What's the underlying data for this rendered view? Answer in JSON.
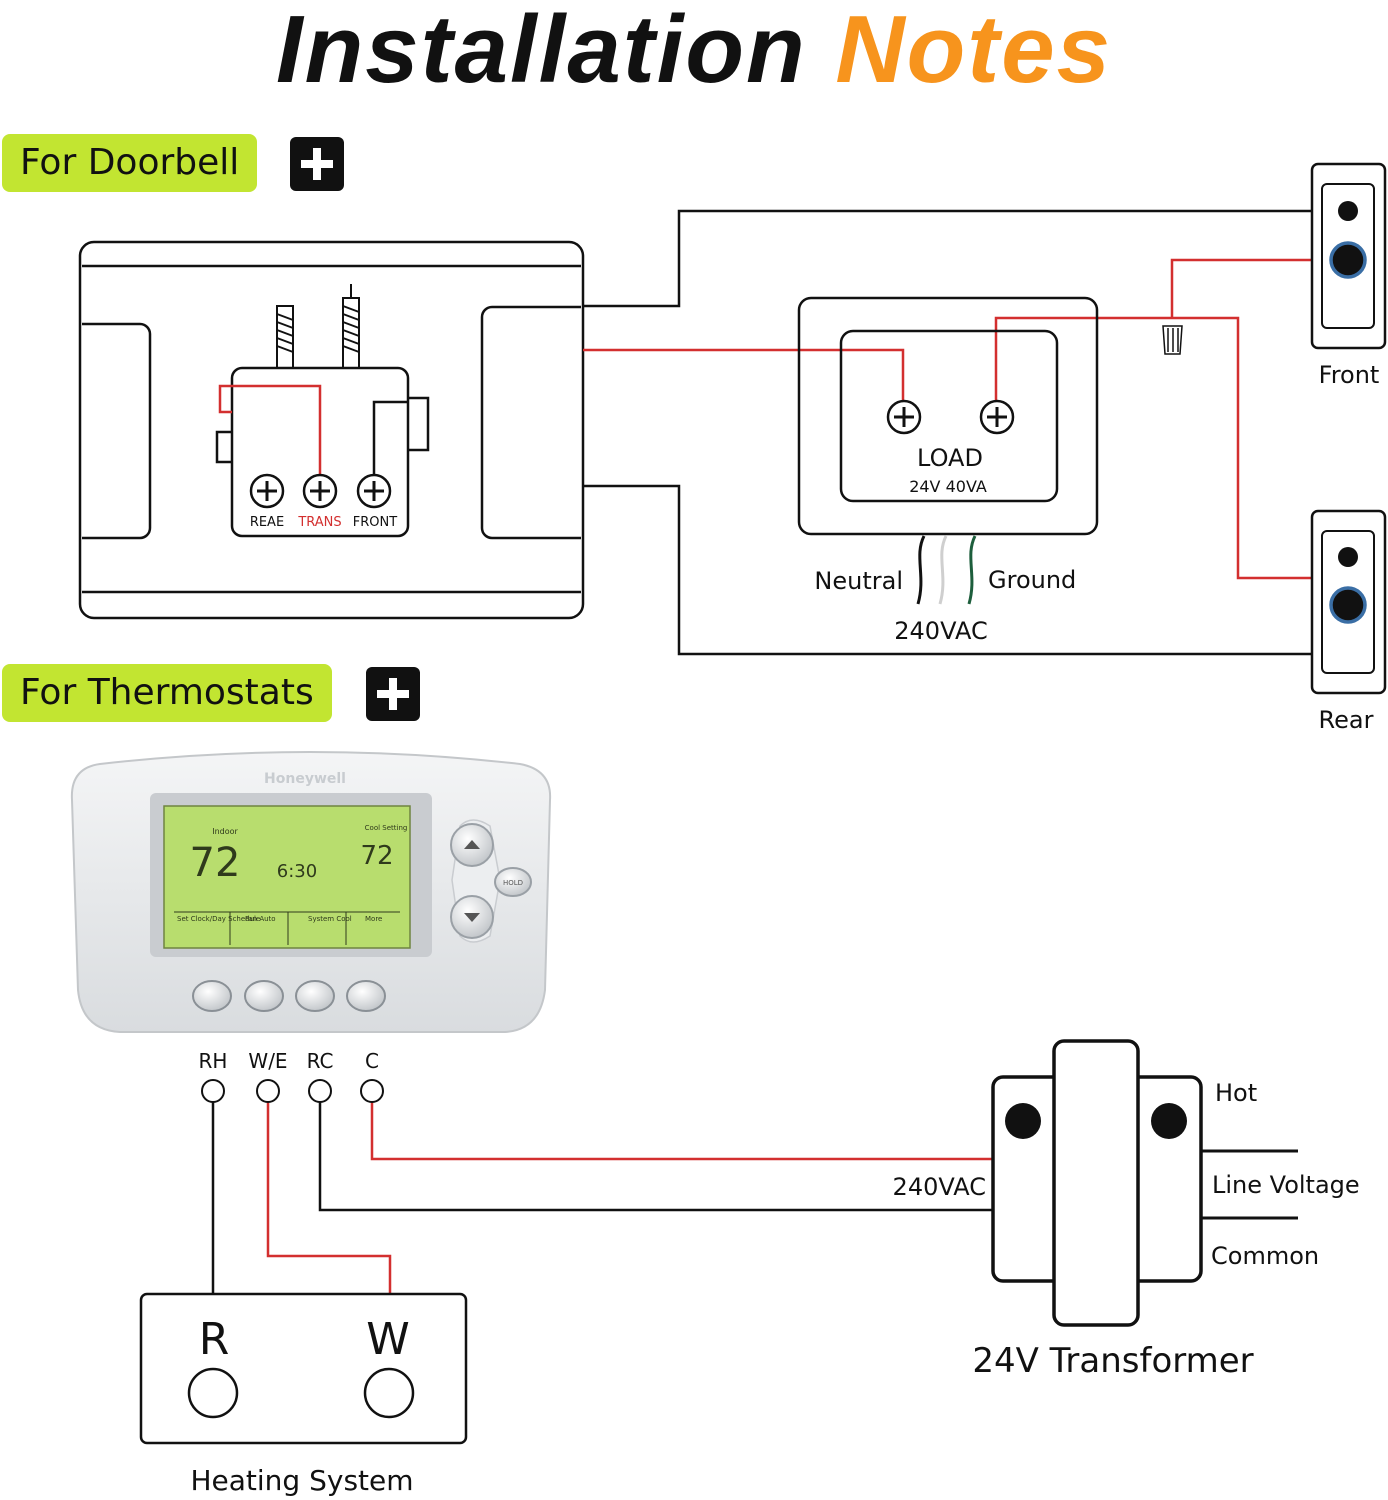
{
  "title": {
    "word1": "Installation",
    "word2": "Notes"
  },
  "sections": {
    "doorbell": {
      "label": "For Doorbell"
    },
    "thermostats": {
      "label": "For Thermostats"
    }
  },
  "doorbell_diagram": {
    "chime_terminals": [
      "REAE",
      "TRANS",
      "FRONT"
    ],
    "transformer_label": "LOAD",
    "transformer_rating": "24V  40VA",
    "wire_neutral": "Neutral",
    "wire_ground": "Ground",
    "supply_voltage": "240VAC",
    "button_front": "Front",
    "button_rear": "Rear"
  },
  "thermostat_diagram": {
    "brand": "Honeywell",
    "display": {
      "indoor_label": "Indoor",
      "indoor_temp": "72",
      "time": "6:30",
      "setting_label": "Cool Setting",
      "setting_temp": "72",
      "menu": [
        "Set Clock/Day Schedule",
        "Fan Auto",
        "System Cool",
        "More"
      ]
    },
    "hold_label": "HOLD",
    "terminals": [
      "RH",
      "W/E",
      "RC",
      "C"
    ],
    "heating_terminals": [
      "R",
      "W"
    ],
    "heating_label": "Heating  System",
    "supply_voltage": "240VAC",
    "transformer_hot": "Hot",
    "transformer_line": "Line Voltage",
    "transformer_common": "Common",
    "transformer_label": "24V  Transformer"
  },
  "colors": {
    "accent": "#f7941d",
    "pill": "#c2e531",
    "wire_red": "#d32f2f",
    "button_ring": "#3a6ea5",
    "lcd": "#b8dd6e"
  }
}
